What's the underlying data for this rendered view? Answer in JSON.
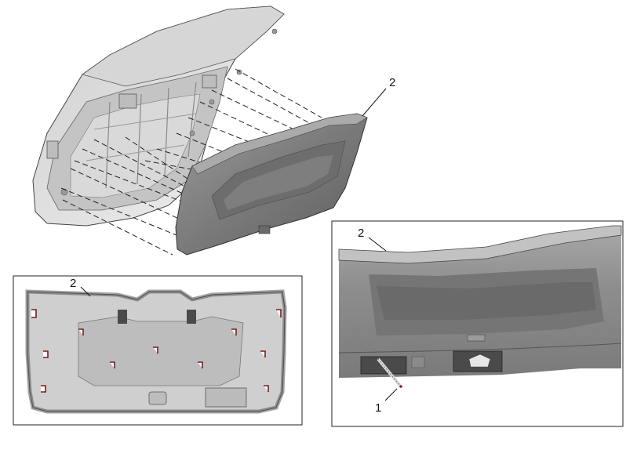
{
  "callouts": {
    "main_trim": "2",
    "bottom_left_trim": "2",
    "detail_trim": "2",
    "detail_fastener": "1"
  },
  "colors": {
    "trim_dark": "#6a6a6a",
    "trim_mid": "#8a8a8a",
    "trim_light": "#b4b4b4",
    "gate_light": "#e2e2e2",
    "gate_mid": "#c8c8c8",
    "clip": "#8a1e1e",
    "leader": "#111111"
  }
}
